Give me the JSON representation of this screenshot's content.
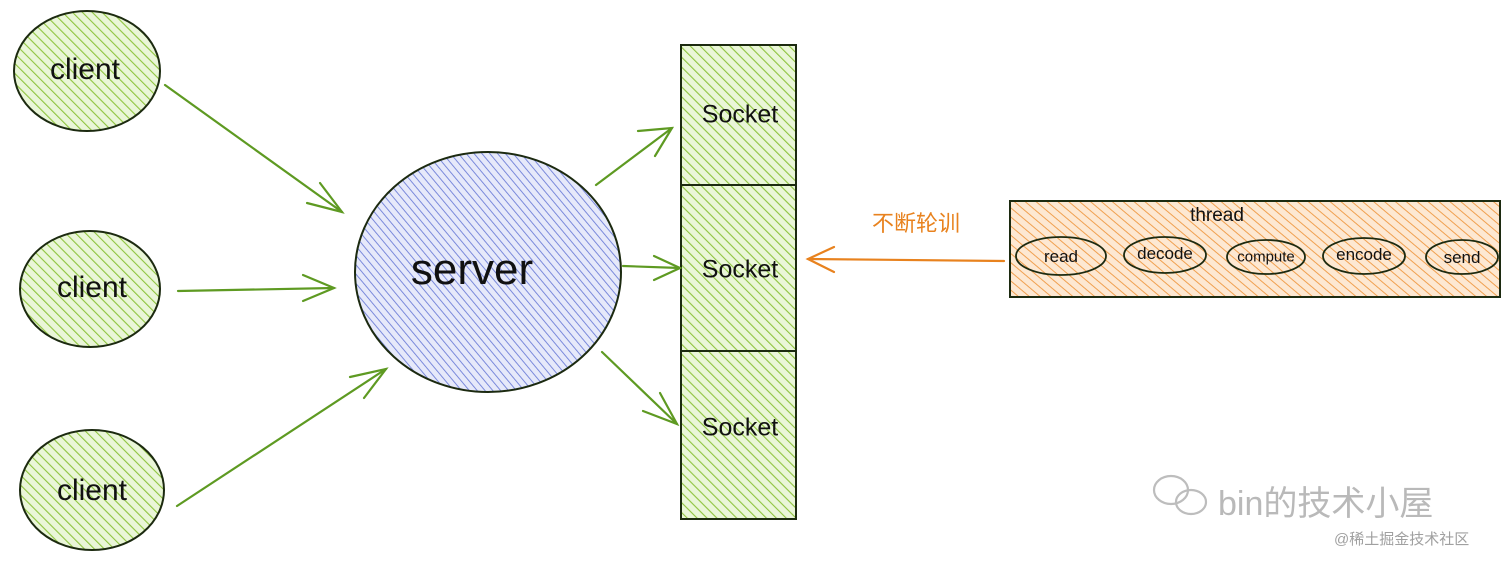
{
  "clients": [
    {
      "label": "client"
    },
    {
      "label": "client"
    },
    {
      "label": "client"
    }
  ],
  "server": {
    "label": "server"
  },
  "sockets": [
    {
      "label": "Socket"
    },
    {
      "label": "Socket"
    },
    {
      "label": "Socket"
    }
  ],
  "polling": {
    "label": "不断轮训"
  },
  "thread": {
    "label": "thread",
    "steps": [
      "read",
      "decode",
      "compute",
      "encode",
      "send"
    ]
  },
  "watermark": {
    "main": "bin的技术小屋",
    "sub": "@稀土掘金技术社区"
  },
  "colors": {
    "green_stroke": "#4d7a1e",
    "green_hatch": "#8fc43f",
    "blue_hatch": "#6f7fd8",
    "orange_hatch": "#f0a050",
    "orange_arrow": "#e8821e",
    "arrow_green": "#5e9a22"
  }
}
